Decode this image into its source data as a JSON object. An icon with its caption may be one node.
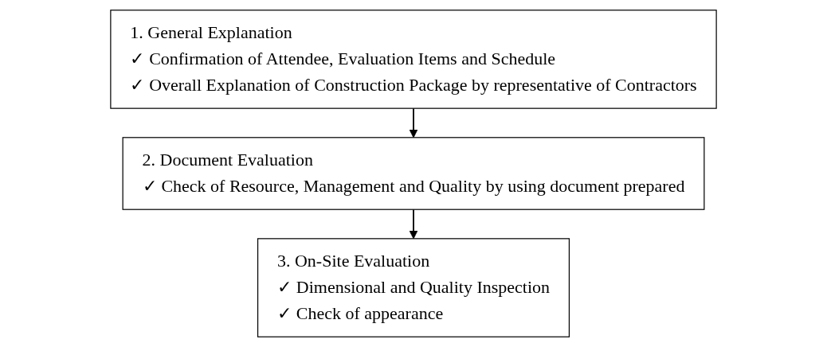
{
  "diagram": {
    "nodes": [
      {
        "text": [
          "1. General Explanation",
          "✓ Confirmation of Attendee, Evaluation Items and Schedule",
          "✓ Overall Explanation of Construction Package by representative of Contractors"
        ]
      },
      {
        "text": [
          "2. Document Evaluation",
          "✓ Check of Resource, Management and Quality by using document prepared"
        ]
      },
      {
        "text": [
          "3. On-Site Evaluation",
          "✓ Dimensional and Quality Inspection",
          "✓ Check of appearance"
        ]
      }
    ],
    "edges": [
      {
        "from": 0,
        "to": 1,
        "arrow": "to"
      },
      {
        "from": 1,
        "to": 2,
        "arrow": "to"
      }
    ]
  }
}
